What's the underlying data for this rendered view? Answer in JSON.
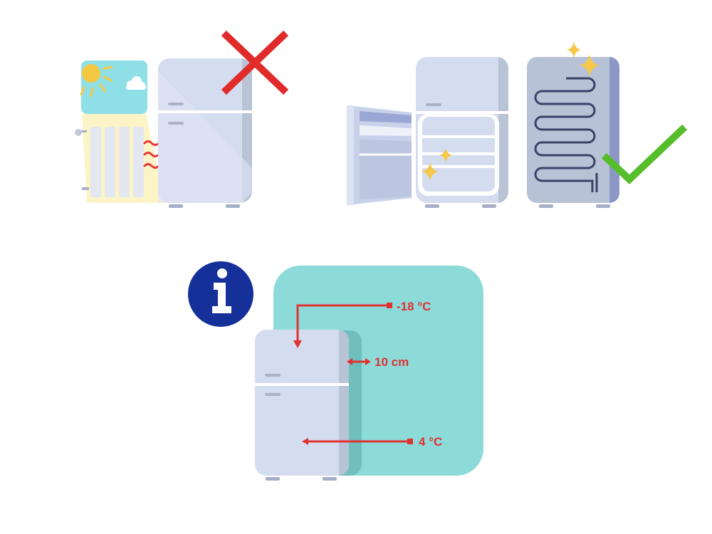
{
  "labels": {
    "freezer_temp": "-18 °C",
    "wall_gap": "10 cm",
    "fridge_temp": "4 °C"
  },
  "colors": {
    "fridge_body": "#d4dcef",
    "fridge_side": "#b9c3d6",
    "fridge_shadow": "#bcc6e8",
    "feet": "#a6afc8",
    "cross": "#e12a2a",
    "check": "#55be2a",
    "sparkle": "#f5c84a",
    "sun": "#f5c842",
    "sky": "#8ee0e6",
    "heat_waves": "#e83a3a",
    "coil": "#3a4366",
    "wall_panel": "#8ddbd9",
    "annotation": "#e03232",
    "info_circle": "#16309a"
  },
  "icons": [
    "sun-icon",
    "cloud-icon",
    "cross-icon",
    "check-icon",
    "sparkle-icon",
    "info-icon"
  ]
}
